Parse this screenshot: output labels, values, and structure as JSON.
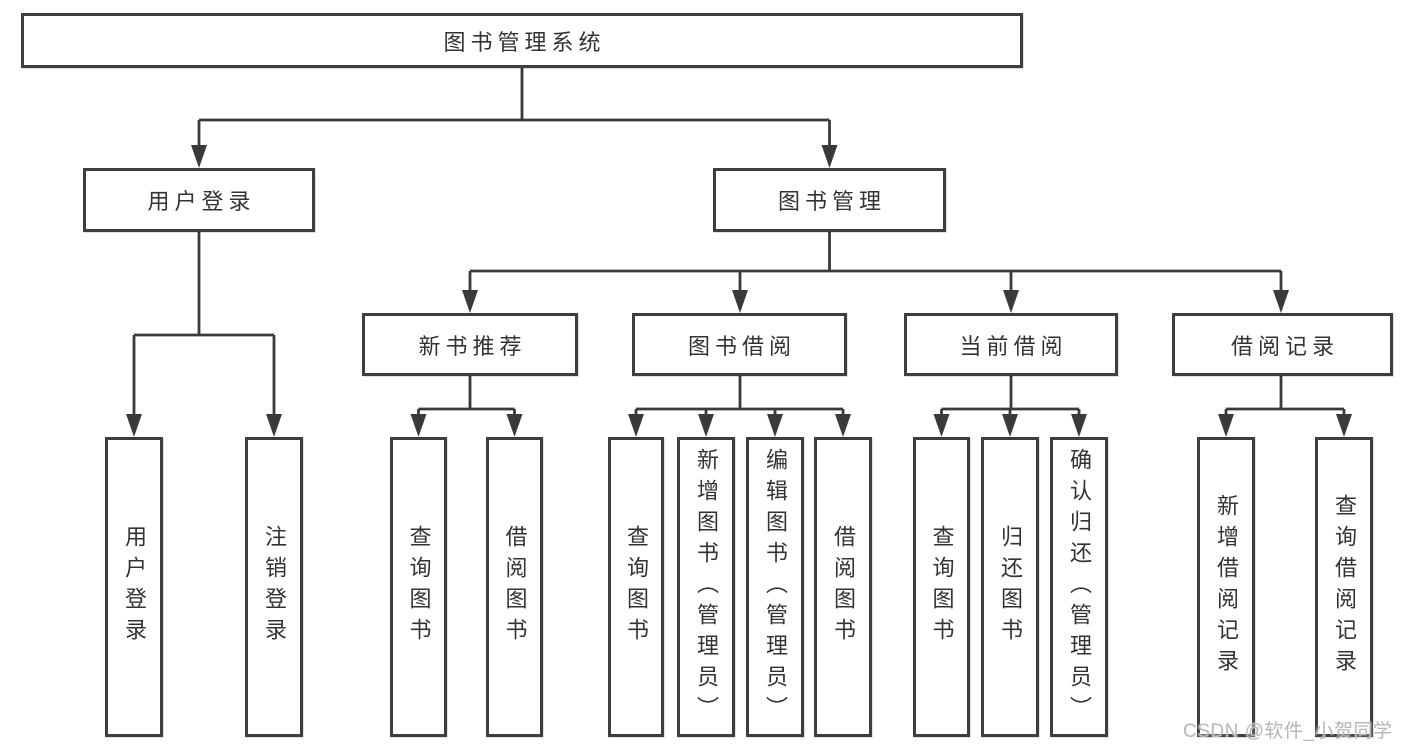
{
  "colors": {
    "line": "#3a3a3a",
    "box_border": "#3e3e3e",
    "box_fill": "#ffffff",
    "text": "#333333",
    "watermark": "#b6b6b6"
  },
  "watermark": {
    "text": "CSDN @软件_小贺同学"
  },
  "tree": {
    "label": "图书管理系统",
    "children": [
      {
        "label": "用户登录",
        "children": [
          {
            "label": "用户登录"
          },
          {
            "label": "注销登录"
          }
        ]
      },
      {
        "label": "图书管理",
        "children": [
          {
            "label": "新书推荐",
            "children": [
              {
                "label": "查询图书"
              },
              {
                "label": "借阅图书"
              }
            ]
          },
          {
            "label": "图书借阅",
            "children": [
              {
                "label": "查询图书"
              },
              {
                "label": "新增图书（管理员）"
              },
              {
                "label": "编辑图书（管理员）"
              },
              {
                "label": "借阅图书"
              }
            ]
          },
          {
            "label": "当前借阅",
            "children": [
              {
                "label": "查询图书"
              },
              {
                "label": "归还图书"
              },
              {
                "label": "确认归还（管理员）"
              }
            ]
          },
          {
            "label": "借阅记录",
            "children": [
              {
                "label": "新增借阅记录"
              },
              {
                "label": "查询借阅记录"
              }
            ]
          }
        ]
      }
    ]
  }
}
